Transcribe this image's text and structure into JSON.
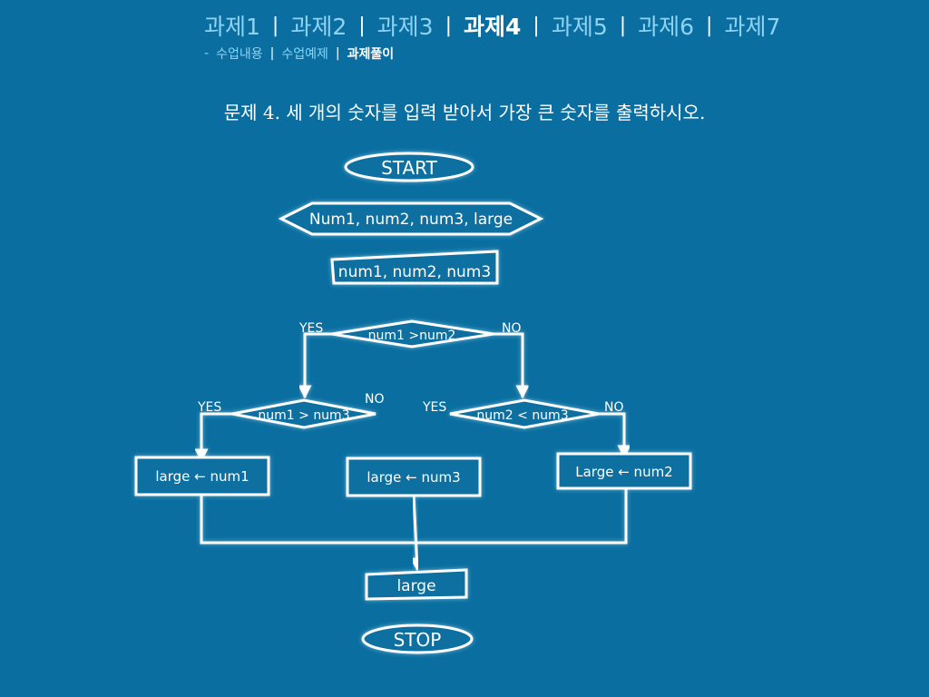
{
  "nav": {
    "tabs": [
      "과제1",
      "과제2",
      "과제3",
      "과제4",
      "과제5",
      "과제6",
      "과제7"
    ],
    "active_tab_index": 3,
    "separator": "|",
    "sub_prefix": "-",
    "sub_items": [
      "수업내용",
      "수업예제",
      "과제풀이"
    ],
    "active_sub_index": 2
  },
  "problem_title": "문제 4. 세 개의 숫자를 입력 받아서 가장 큰 숫자를 출력하시오.",
  "flowchart": {
    "start": "START",
    "declare": "Num1, num2, num3, large",
    "input": "num1, num2, num3",
    "cond1": "num1  >num2",
    "cond1_yes": "YES",
    "cond1_no": "NO",
    "cond2": "num1  >  num3",
    "cond2_yes": "YES",
    "cond2_no": "NO",
    "cond3": "num2  <  num3",
    "cond3_yes": "YES",
    "cond3_no": "NO",
    "assign1": "large    ← num1",
    "assign3": "large ←   num3",
    "assign2": "Large   ←    num2",
    "output": "large",
    "stop": "STOP"
  },
  "colors": {
    "background": "#0a6fa0",
    "active": "#ffffff",
    "inactive": "#8fd2f2"
  }
}
